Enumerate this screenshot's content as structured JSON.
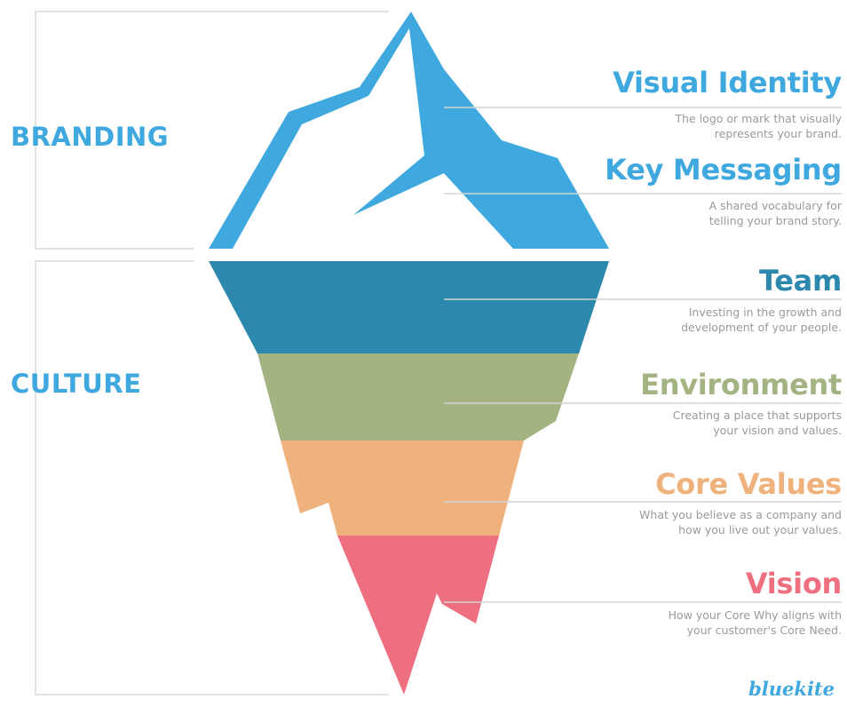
{
  "sections": {
    "branding": "BRANDING",
    "culture": "CULTURE"
  },
  "items": [
    {
      "title": "Visual Identity",
      "desc": [
        "The logo or mark that visually",
        "represents your brand."
      ],
      "color": "#3fa9df"
    },
    {
      "title": "Key Messaging",
      "desc": [
        "A shared vocabulary for",
        "telling your brand story."
      ],
      "color": "#3fa9df"
    },
    {
      "title": "Team",
      "desc": [
        "Investing in the growth and",
        "development of your people."
      ],
      "color": "#2c89ad"
    },
    {
      "title": "Environment",
      "desc": [
        "Creating a place that supports",
        "your vision and values."
      ],
      "color": "#a3b482"
    },
    {
      "title": "Core Values",
      "desc": [
        "What you believe as a company and",
        "how you live out your values."
      ],
      "color": "#efb27c"
    },
    {
      "title": "Vision",
      "desc": [
        "How your Core Why aligns with",
        "your customer's Core Need."
      ],
      "color": "#ee6f80"
    }
  ],
  "logo": "bluekite",
  "colors": {
    "tip": "#3fa9df",
    "team": "#2c89ad",
    "environment": "#a3b482",
    "core_values": "#efb27c",
    "vision": "#ee6f80",
    "bracket": "#e2e2e2",
    "leader": "#d0d0d0",
    "description": "#9a9a9a"
  }
}
